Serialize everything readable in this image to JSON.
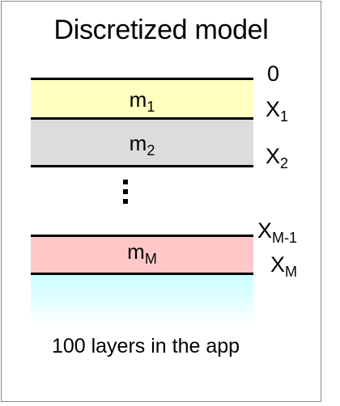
{
  "title": "Discretized model",
  "layers": [
    {
      "name": "m",
      "sub": "1",
      "color": "#ffffc0"
    },
    {
      "name": "m",
      "sub": "2",
      "color": "#dcdcdc"
    },
    {
      "name": "m",
      "sub": "M",
      "color": "#ffc8c8"
    }
  ],
  "depths": {
    "zero": "0",
    "x1": {
      "base": "X",
      "sub": "1"
    },
    "x2": {
      "base": "X",
      "sub": "2"
    },
    "xm1": {
      "base": "X",
      "sub": "M-1"
    },
    "xm": {
      "base": "X",
      "sub": "M"
    }
  },
  "halfspace_color": "#c8ffff",
  "footer": "100 layers in the app"
}
